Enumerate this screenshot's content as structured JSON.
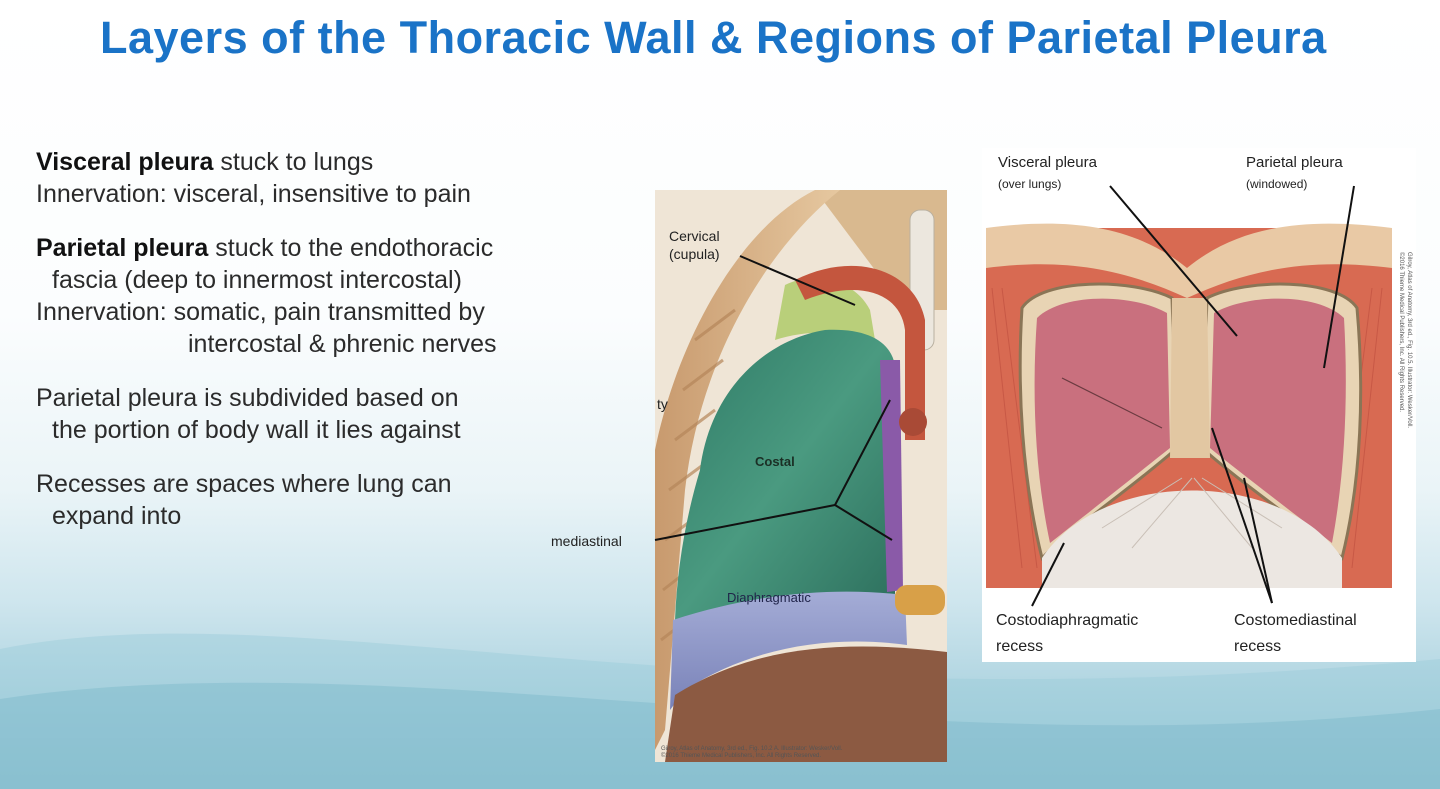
{
  "title": "Layers of the Thoracic Wall & Regions of Parietal Pleura",
  "text": {
    "p1": {
      "bold": "Visceral pleura",
      "rest": " stuck to lungs",
      "line2": "Innervation: visceral, insensitive to pain"
    },
    "p2": {
      "bold": "Parietal pleura",
      "rest": " stuck to the endothoracic",
      "line2": "fascia (deep to innermost intercostal)",
      "line3": "Innervation: somatic, pain transmitted by",
      "line4": "intercostal & phrenic nerves"
    },
    "p3": {
      "line1": "Parietal pleura is subdivided based on",
      "line2": "the portion of body wall it lies against"
    },
    "p4": {
      "line1": "Recesses are spaces where lung can",
      "line2": "expand into"
    }
  },
  "left_figure": {
    "cervical": "Cervical",
    "cupula": "(cupula)",
    "cut_label": "ty",
    "mediastinal": "mediastinal",
    "costal": "Costal",
    "diaphragmatic": "Diaphragmatic",
    "credit1": "Gilroy, Atlas of Anatomy, 3rd ed., Fig. 10.2 A. Illustrator: Wesker/Voll.",
    "credit2": "©2016 Thieme Medical Publishers, Inc. All Rights Reserved."
  },
  "right_figure": {
    "visceral": "Visceral pleura",
    "over_lungs": "(over lungs)",
    "parietal": "Parietal pleura",
    "windowed": "(windowed)",
    "costodiaphragmatic": "Costodiaphragmatic",
    "costomediastinal": "Costomediastinal",
    "recess_left": "recess",
    "recess_right": "recess",
    "credit1": "Gilroy, Atlas of Anatomy, 3rd ed., Fig. 10.5. Illustrator: Wesker/Voll.",
    "credit2": "©2016 Thieme Medical Publishers, Inc. All Rights Reserved."
  },
  "colors": {
    "title": "#1a73c7",
    "costal": "#3e8a74",
    "diaphragmatic": "#8e98c8",
    "cervical": "#b9cf7a",
    "mediastinal": "#8a5aa8",
    "lung": "#c9707e",
    "muscle": "#d86a52"
  }
}
